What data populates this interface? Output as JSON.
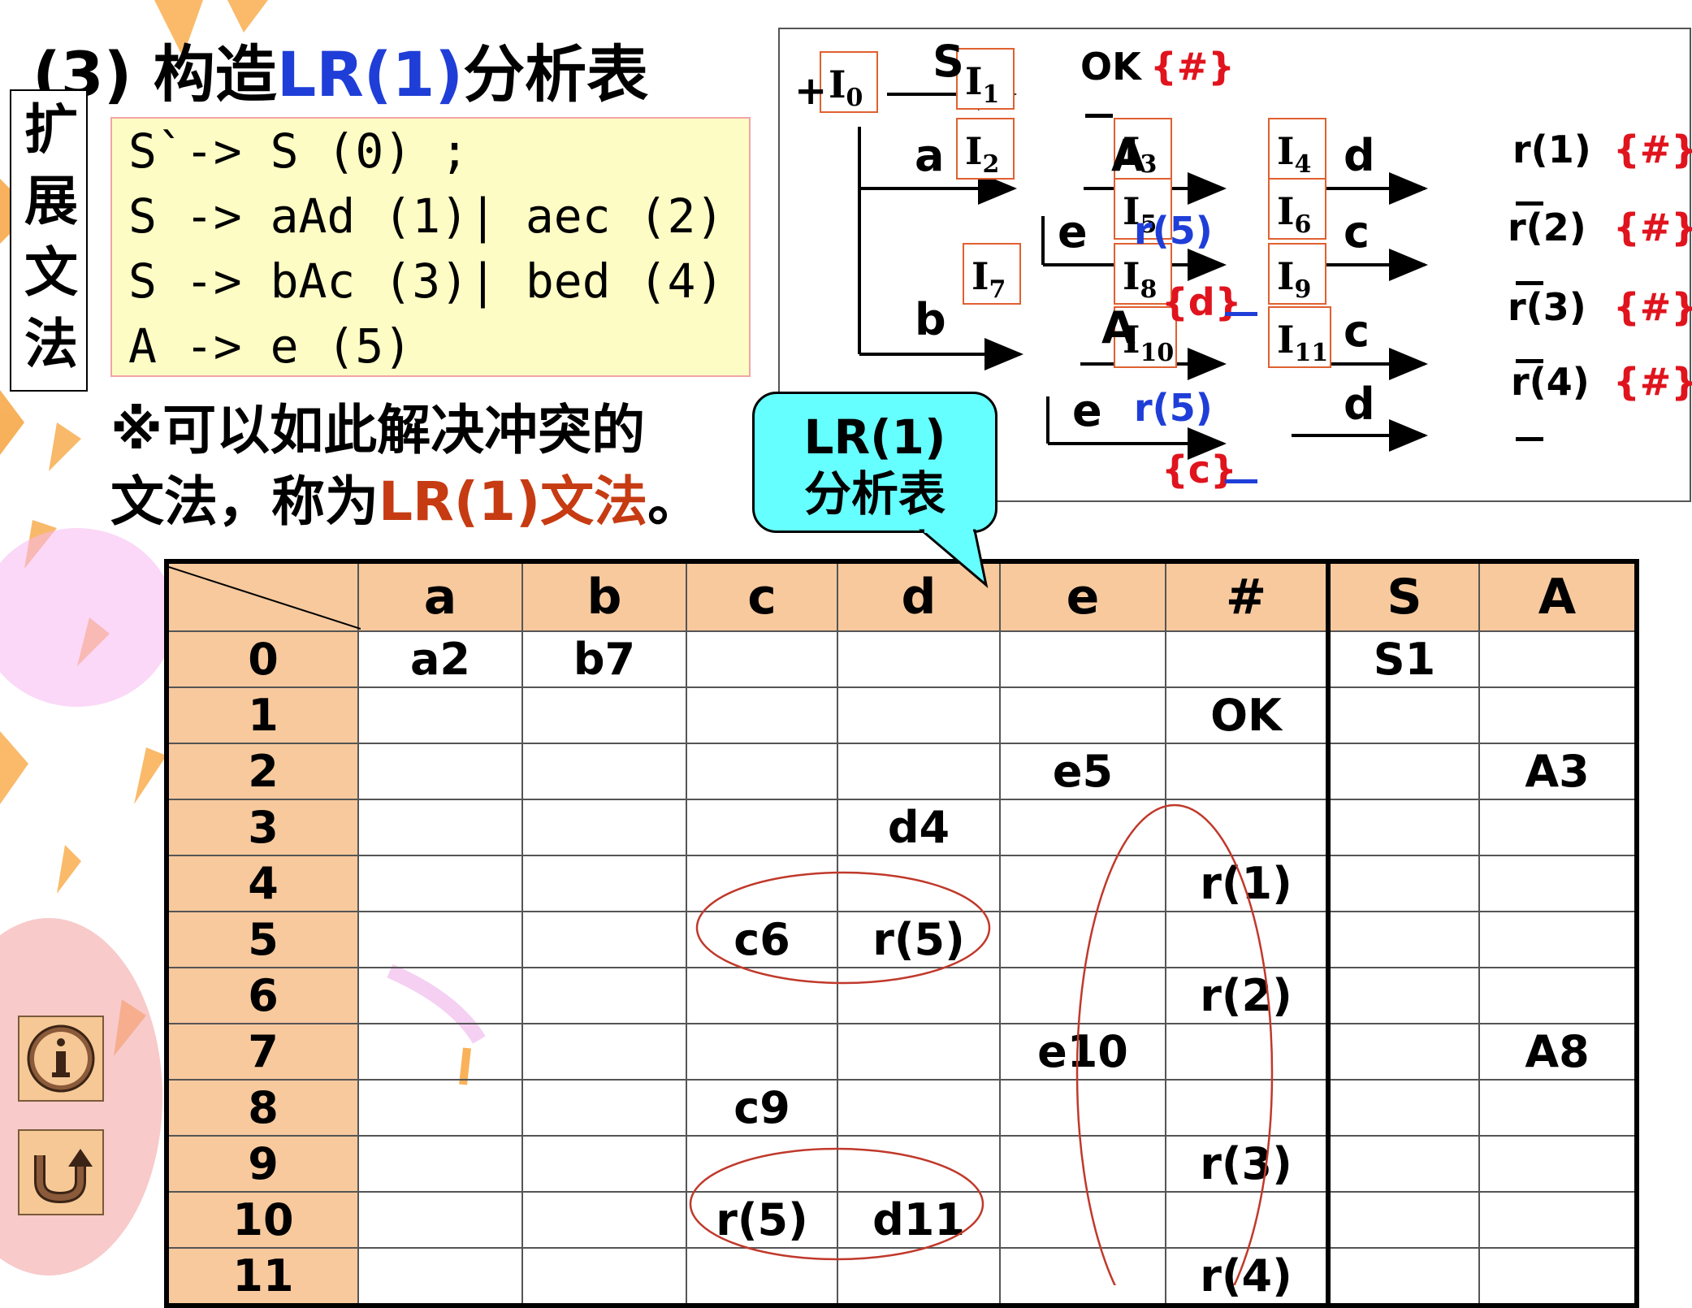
{
  "title": {
    "prefix": "(3) 构造",
    "highlight": "LR(1)",
    "suffix": "分析表"
  },
  "side_label": "扩展文法",
  "grammar": {
    "lines": [
      "S`-> S (0) ;",
      "S -> aAd (1)| aec (2)",
      "S -> bAc (3)| bed (4)",
      "A -> e (5)"
    ]
  },
  "note": {
    "line1": "※可以如此解决冲突的",
    "line2_prefix": "文法，称为",
    "line2_highlight": "LR(1)文法",
    "line2_suffix": "。"
  },
  "callout": {
    "line1": "LR(1)",
    "line2": "分析表"
  },
  "dfa": {
    "start_marker": "+",
    "states": [
      {
        "sub": "0",
        "label": "I"
      },
      {
        "sub": "1",
        "label": "I"
      },
      {
        "sub": "2",
        "label": "I"
      },
      {
        "sub": "3",
        "label": "I"
      },
      {
        "sub": "4",
        "label": "I"
      },
      {
        "sub": "5",
        "label": "I"
      },
      {
        "sub": "6",
        "label": "I"
      },
      {
        "sub": "7",
        "label": "I"
      },
      {
        "sub": "8",
        "label": "I"
      },
      {
        "sub": "9",
        "label": "I"
      },
      {
        "sub": "10",
        "label": "I"
      },
      {
        "sub": "11",
        "label": "I"
      }
    ],
    "edges": [
      "S",
      "a",
      "A",
      "d",
      "e",
      "c",
      "b",
      "A",
      "c",
      "e",
      "d"
    ],
    "accept_text": "OK",
    "reduce_right": [
      "r(1)",
      "r(2)",
      "r(3)",
      "r(4)"
    ],
    "lookahead_hash": "{#}",
    "reduce_e": "r(5)",
    "lookahead_d": "{d}",
    "lookahead_c": "{c}"
  },
  "table": {
    "columns": [
      "a",
      "b",
      "c",
      "d",
      "e",
      "#",
      "S",
      "A"
    ],
    "rows": [
      {
        "state": "0",
        "cells": [
          "a2",
          "b7",
          "",
          "",
          "",
          "",
          "S1",
          ""
        ]
      },
      {
        "state": "1",
        "cells": [
          "",
          "",
          "",
          "",
          "",
          "OK",
          "",
          ""
        ]
      },
      {
        "state": "2",
        "cells": [
          "",
          "",
          "",
          "",
          "e5",
          "",
          "",
          "A3"
        ]
      },
      {
        "state": "3",
        "cells": [
          "",
          "",
          "",
          "d4",
          "",
          "",
          "",
          ""
        ]
      },
      {
        "state": "4",
        "cells": [
          "",
          "",
          "",
          "",
          "",
          "r(1)",
          "",
          ""
        ]
      },
      {
        "state": "5",
        "cells": [
          "",
          "",
          "c6",
          "r(5)",
          "",
          "",
          "",
          ""
        ]
      },
      {
        "state": "6",
        "cells": [
          "",
          "",
          "",
          "",
          "",
          "r(2)",
          "",
          ""
        ]
      },
      {
        "state": "7",
        "cells": [
          "",
          "",
          "",
          "",
          "e10",
          "",
          "",
          "A8"
        ]
      },
      {
        "state": "8",
        "cells": [
          "",
          "",
          "c9",
          "",
          "",
          "",
          "",
          ""
        ]
      },
      {
        "state": "9",
        "cells": [
          "",
          "",
          "",
          "",
          "",
          "r(3)",
          "",
          ""
        ]
      },
      {
        "state": "10",
        "cells": [
          "",
          "",
          "r(5)",
          "d11",
          "",
          "",
          "",
          ""
        ]
      },
      {
        "state": "11",
        "cells": [
          "",
          "",
          "",
          "",
          "",
          "r(4)",
          "",
          ""
        ]
      }
    ]
  },
  "nav": {
    "info_icon": "info-icon",
    "back_icon": "return-icon"
  },
  "colors": {
    "header_bg": "#f7c99d",
    "blue": "#1f3ed8",
    "red": "#e0141e",
    "oval": "#c0392b",
    "callout": "#66ffff",
    "grammar_bg": "#fdfcc4"
  }
}
